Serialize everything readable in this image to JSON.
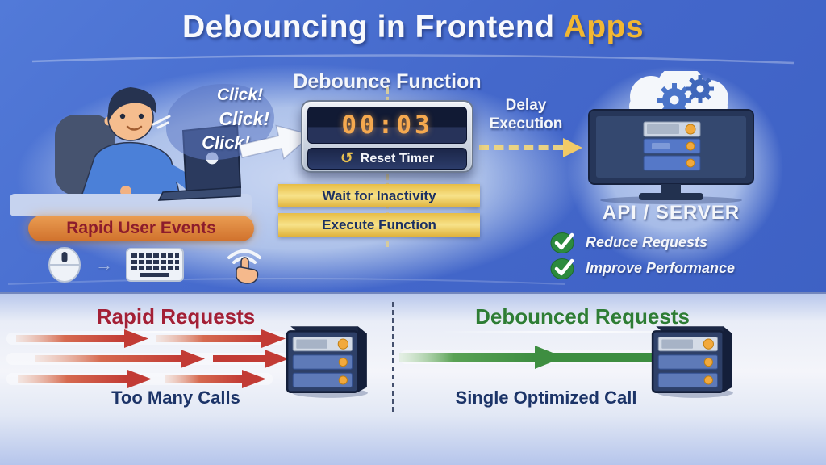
{
  "title": {
    "main": "Debouncing in Frontend",
    "accent": "Apps"
  },
  "user_side": {
    "clicks": [
      "Click!",
      "Click!",
      "Click!"
    ],
    "banner": "Rapid User Events",
    "arrow_glyph": "→"
  },
  "debounce": {
    "heading": "Debounce Function",
    "timer_value": "00:03",
    "reset_icon": "↺",
    "reset_label": "Reset Timer",
    "steps": [
      "Wait for Inactivity",
      "Execute Function"
    ]
  },
  "delay": {
    "label": "Delay Execution"
  },
  "server_side": {
    "label": "API / SERVER",
    "benefits": [
      "Reduce Requests",
      "Improve Performance"
    ]
  },
  "comparison": {
    "left": {
      "heading": "Rapid Requests",
      "caption": "Too Many Calls"
    },
    "right": {
      "heading": "Debounced Requests",
      "caption": "Single Optimized Call"
    }
  },
  "colors": {
    "background": "#4468cb",
    "accent_yellow": "#f2b732",
    "banner_orange": "#d0712c",
    "banner_text": "#8c1c2c",
    "step_gold": "#f7e289",
    "navy_text": "#1c3468",
    "timer_digits": "#f5a94f",
    "red_arrow": "#c23b35",
    "red_heading": "#a32036",
    "green_arrow": "#3e8e41",
    "green_heading": "#2e7d35",
    "check_green": "#2c8a3e"
  }
}
